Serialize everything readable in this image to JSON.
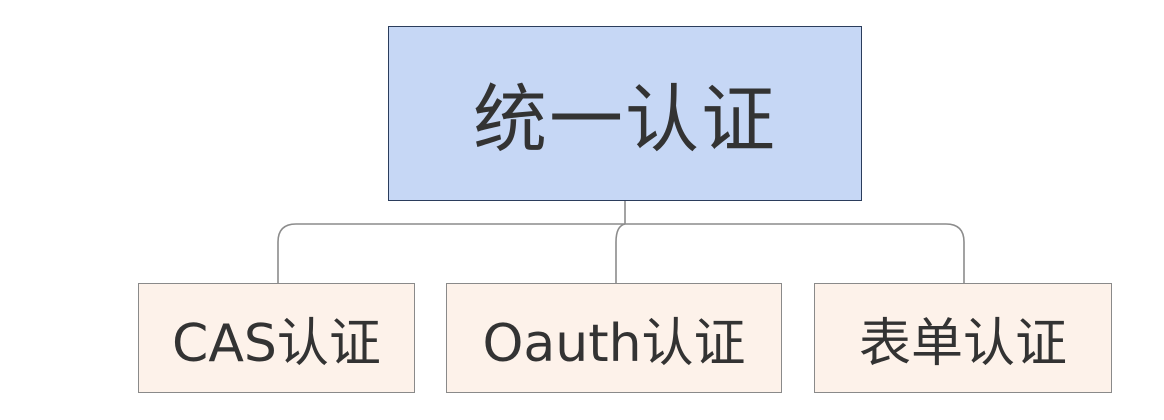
{
  "diagram": {
    "root": {
      "label": "统一认证",
      "fill": "#c6d7f5"
    },
    "children": [
      {
        "label": "CAS认证",
        "fill": "#fdf2ea"
      },
      {
        "label": "Oauth认证",
        "fill": "#fdf2ea"
      },
      {
        "label": "表单认证",
        "fill": "#fdf2ea"
      }
    ],
    "connector_color": "#8c8c8c"
  }
}
